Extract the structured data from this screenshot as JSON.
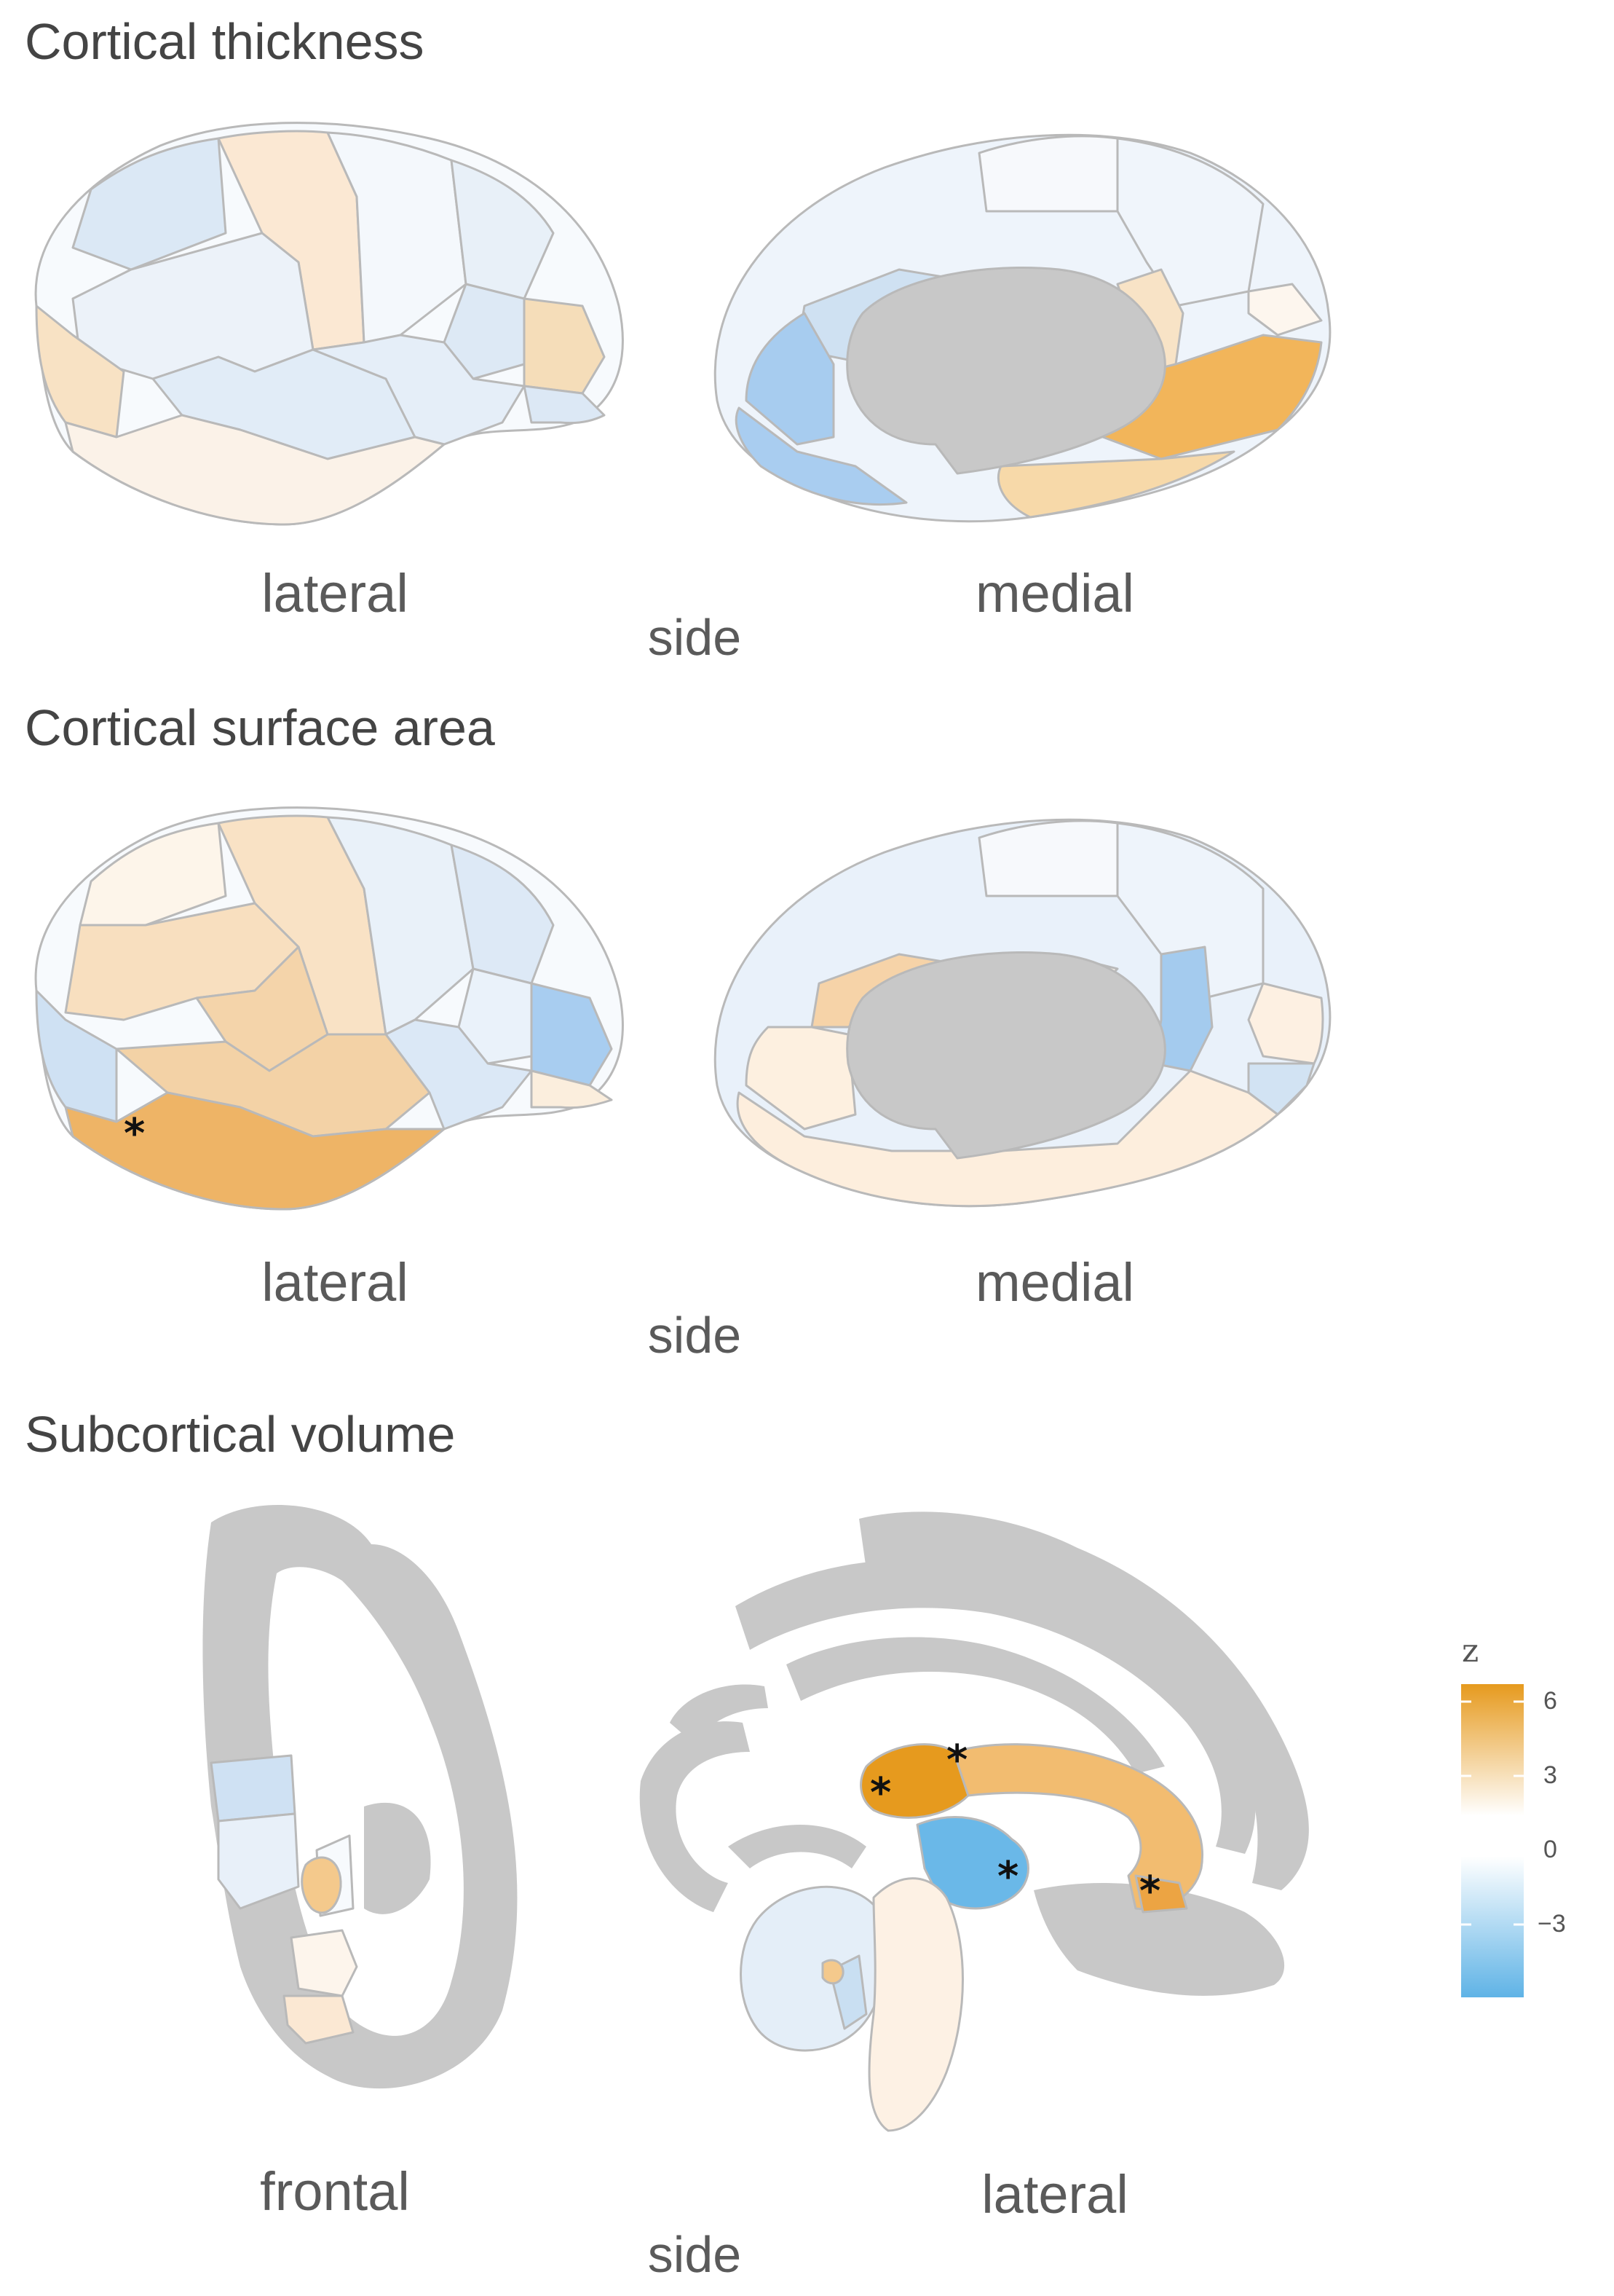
{
  "panels": [
    {
      "title": "Cortical thickness",
      "views": [
        "lateral",
        "medial"
      ],
      "side_label": "side"
    },
    {
      "title": "Cortical surface area",
      "views": [
        "lateral",
        "medial"
      ],
      "side_label": "side"
    },
    {
      "title": "Subcortical volume",
      "views": [
        "frontal",
        "lateral"
      ],
      "side_label": "side"
    }
  ],
  "legend": {
    "title": "z",
    "ticks": [
      "6",
      "3",
      "0",
      "−3"
    ],
    "colors": {
      "positive": "#e69a1e",
      "zero": "#ffffff",
      "negative": "#5fb3e6"
    }
  },
  "significance_marker": "*",
  "colors": {
    "neutral_gray": "#c8c8c8",
    "outline": "#b9b9b9"
  }
}
